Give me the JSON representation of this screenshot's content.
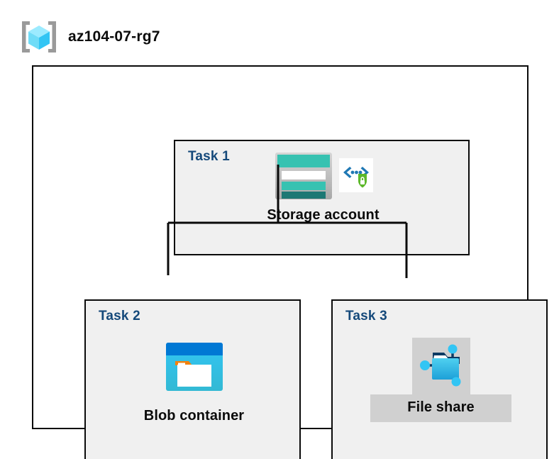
{
  "header": {
    "icon": "azure-resource-group-icon",
    "title": "az104-07-rg7"
  },
  "colors": {
    "task_label": "#15497a",
    "node_label": "#0b0b0b",
    "box_fill": "#f0f0f0",
    "box_border": "#0a0a0a",
    "container_fill": "#ffffff",
    "connector": "#0a0a0a",
    "storage_teal": "#37c2b1",
    "storage_teal_dark": "#1d7874",
    "blob_blue": "#0078d4",
    "blob_cyan": "#32c5f4",
    "blob_orange": "#f2820d",
    "fileshare_cyan": "#32c5f4",
    "shield_green": "#5cb82a",
    "bracket_blue": "#1f78b4",
    "rg_cube_cyan": "#50e6ff",
    "rg_bracket_gray": "#9a9a9a",
    "selection_gray": "#d0d0d0"
  },
  "container": {
    "name": "resource-group-container"
  },
  "tasks": [
    {
      "id": "task1",
      "label": "Task 1",
      "node": {
        "caption": "Storage account",
        "icon": "storage-account-icon",
        "secondary_icon": "managed-identity-shield-icon"
      }
    },
    {
      "id": "task2",
      "label": "Task 2",
      "node": {
        "caption": "Blob container",
        "icon": "blob-container-icon"
      }
    },
    {
      "id": "task3",
      "label": "Task 3",
      "node": {
        "caption": "File share",
        "icon": "file-share-icon"
      }
    }
  ],
  "connectors": [
    {
      "from": "storage-account",
      "to": "blob-container"
    },
    {
      "from": "storage-account",
      "to": "file-share"
    }
  ]
}
